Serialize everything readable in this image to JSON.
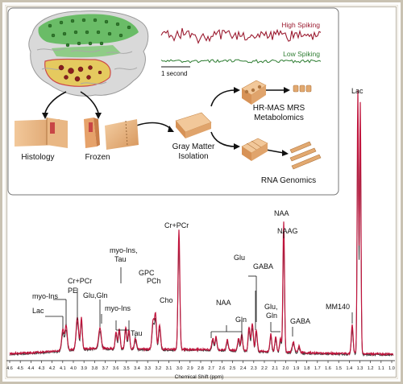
{
  "inset": {
    "high_spiking": "High Spiking",
    "low_spiking": "Low Spiking",
    "scale_label": "1 second",
    "histology": "Histology",
    "frozen": "Frozen",
    "gray_matter_line1": "Gray Matter",
    "gray_matter_line2": "Isolation",
    "hrmas_line1": "HR-MAS MRS",
    "hrmas_line2": "Metabolomics",
    "rna": "RNA Genomics"
  },
  "spectrum": {
    "xlabel": "Chemical Shift (ppm)",
    "ticks": [
      "4.6",
      "4.5",
      "4.4",
      "4.3",
      "4.2",
      "4.1",
      "4.0",
      "3.9",
      "3.8",
      "3.7",
      "3.6",
      "3.5",
      "3.4",
      "3.3",
      "3.2",
      "3.1",
      "3.0",
      "2.9",
      "2.8",
      "2.7",
      "2.6",
      "2.5",
      "2.4",
      "2.3",
      "2.2",
      "2.1",
      "2.0",
      "1.9",
      "1.8",
      "1.7",
      "1.6",
      "1.5",
      "1.4",
      "1.3",
      "1.2",
      "1.1",
      "1.0"
    ],
    "peak_labels": {
      "lac_left": "Lac",
      "myo_ins_left": "myo-Ins",
      "pe": "PE",
      "cr_pcr_left": "Cr+PCr",
      "glu_gln_left": "Glu,Gln",
      "myo_ins_mid": "myo-Ins",
      "tau": "Tau",
      "myo_ins_tau_1": "myo-Ins,",
      "myo_ins_tau_2": "Tau",
      "gpc": "GPC",
      "pch": "PCh",
      "cho": "Cho",
      "cr_pcr_main": "Cr+PCr",
      "naa_small": "NAA",
      "gln": "Gln",
      "glu": "Glu",
      "gaba_mid": "GABA",
      "glu_gln_right_1": "Glu,",
      "glu_gln_right_2": "Gln",
      "naa_main": "NAA",
      "naag": "NAAG",
      "gaba_right": "GABA",
      "mm140": "MM140",
      "lac_main": "Lac"
    }
  },
  "colors": {
    "spectrum_red": "#c0143c",
    "spectrum_dark": "#3a3a3a",
    "high_spiking": "#9b1b30",
    "low_spiking": "#2e7d32",
    "tissue": "#e2a970",
    "tissue_dark": "#c98a4c",
    "brain_green": "#5db85a"
  }
}
